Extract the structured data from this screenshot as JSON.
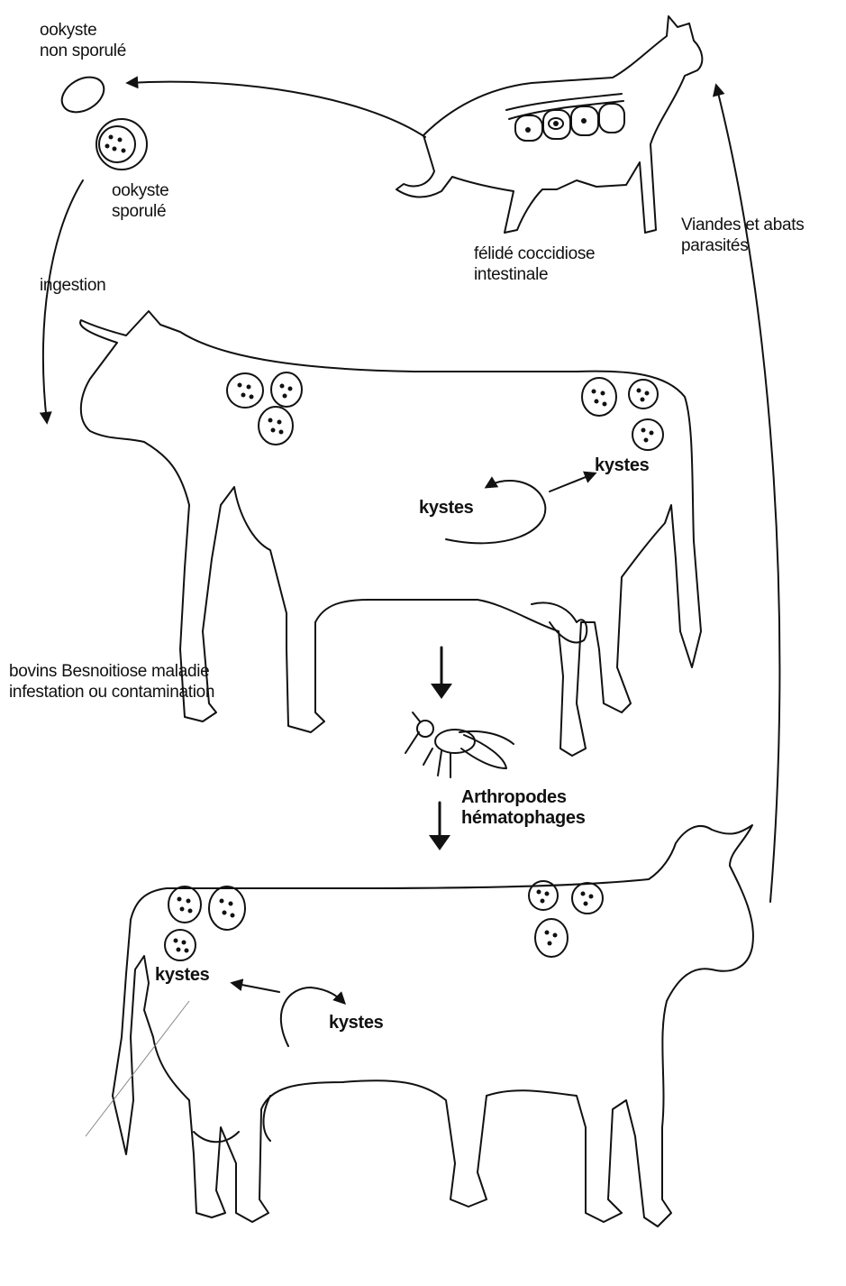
{
  "labels": {
    "oocyst_unsporulated": [
      "ookyste",
      "non sporulé"
    ],
    "oocyst_sporulated": [
      "ookyste",
      "sporulé"
    ],
    "felid": [
      "félidé coccidiose",
      "intestinale"
    ],
    "meat": [
      "Viandes et abats",
      "parasités"
    ],
    "ingestion": "ingestion",
    "cysts": "kystes",
    "bovine_disease": [
      "bovins Besnoitiose maladie",
      "infestation ou contamination"
    ],
    "arthropods": [
      "Arthropodes",
      "hématophages"
    ]
  },
  "colors": {
    "ink": "#111111",
    "background": "#ffffff"
  }
}
